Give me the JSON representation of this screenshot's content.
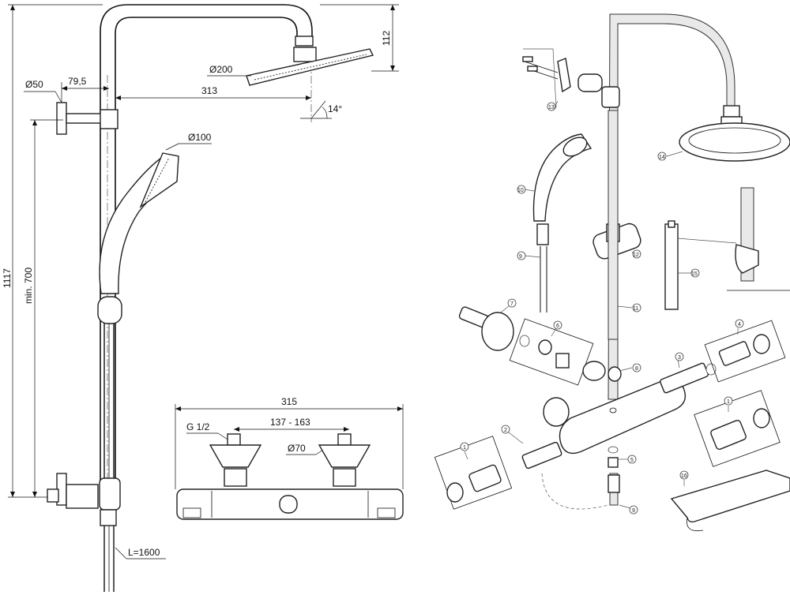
{
  "dimensions": {
    "height_total": "1117",
    "min_height": "min. 700",
    "wall_diameter": "Ø50",
    "wall_offset": "79,5",
    "arm_reach": "313",
    "arm_height": "112",
    "head_diameter": "Ø200",
    "head_angle": "14°",
    "handshower_diameter": "Ø100",
    "hose_length": "L=1600"
  },
  "mixer": {
    "width": "315",
    "thread": "G 1/2",
    "centers": "137 - 163",
    "flange_diameter": "Ø70"
  },
  "parts": {
    "p1a": "1",
    "p1b": "1",
    "p2": "2",
    "p3": "3",
    "p4": "4",
    "p5": "5",
    "p6": "6",
    "p7": "7",
    "p8": "8",
    "p9a": "9",
    "p9b": "9",
    "p10": "10",
    "p11": "11",
    "p12": "12",
    "p13": "13",
    "p14": "14",
    "p15": "15",
    "p16": "16"
  }
}
